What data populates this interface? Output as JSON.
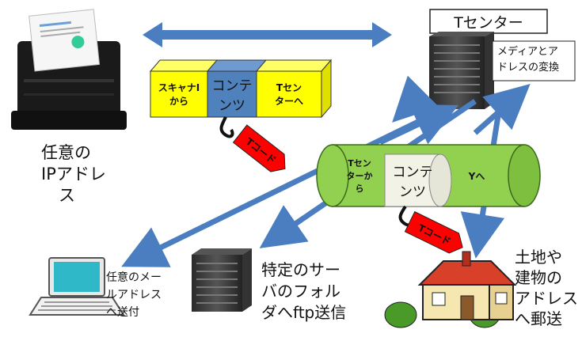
{
  "scanner_label": [
    "任意の",
    "IPアドレ",
    "ス"
  ],
  "t_center": {
    "title": "Tセンター",
    "sub_label": [
      "メディアとア",
      "ドレスの変換"
    ]
  },
  "top_box": {
    "left": [
      "スキャナI",
      "から"
    ],
    "middle": [
      "コンテ",
      "ンツ"
    ],
    "right": [
      "Tセン",
      "ターへ"
    ],
    "tag": "Tコード"
  },
  "cylinder": {
    "left": [
      "Tセン",
      "ターか",
      "ら"
    ],
    "middle": [
      "コンテ",
      "ンツ"
    ],
    "right": "Yへ",
    "tag": "Tコード"
  },
  "laptop_label": [
    "任意のメー",
    "ルアドレス",
    "へ送付"
  ],
  "server_label": [
    "特定のサー",
    "バのフォル",
    "ダへftp送信"
  ],
  "house_label": [
    "土地や",
    "建物の",
    "アドレス",
    "へ郵送"
  ],
  "colors": {
    "arrow_blue": "#4a7ec0",
    "box_yellow": "#ffff00",
    "box_blue": "#4f81bd",
    "cyl_green": "#92d050",
    "cyl_cream": "#f2f2e6",
    "tag_red": "#ff0000"
  }
}
